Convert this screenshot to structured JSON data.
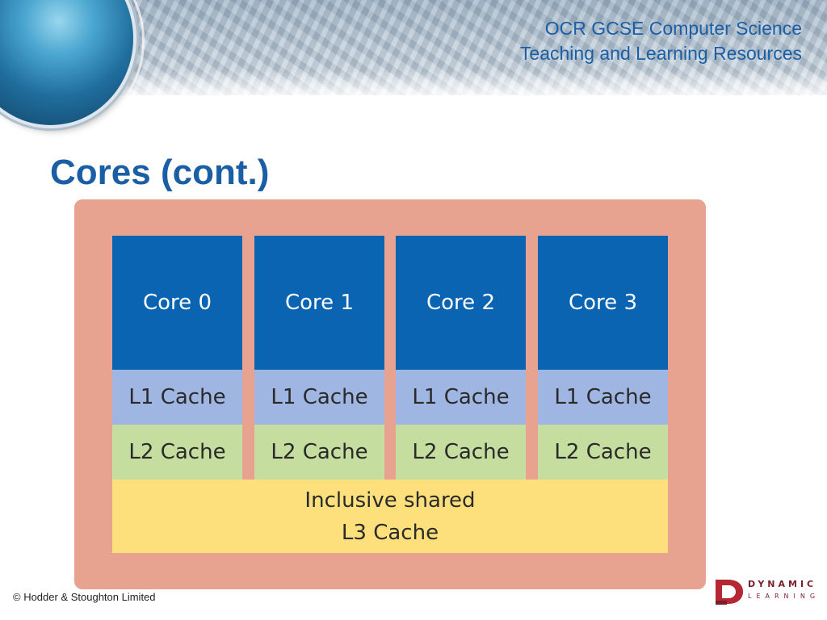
{
  "header": {
    "title_line1": "OCR GCSE Computer Science",
    "title_line2": "Teaching and Learning Resources"
  },
  "slide": {
    "title": "Cores (cont.)"
  },
  "diagram": {
    "cores": [
      {
        "core_label": "Core 0",
        "l1_label": "L1 Cache",
        "l2_label": "L2 Cache"
      },
      {
        "core_label": "Core 1",
        "l1_label": "L1 Cache",
        "l2_label": "L2 Cache"
      },
      {
        "core_label": "Core 2",
        "l1_label": "L1 Cache",
        "l2_label": "L2 Cache"
      },
      {
        "core_label": "Core 3",
        "l1_label": "L1 Cache",
        "l2_label": "L2 Cache"
      }
    ],
    "l3_line1": "Inclusive shared",
    "l3_line2": "L3 Cache",
    "colors": {
      "frame": "#e8a390",
      "core": "#0a64b2",
      "l1": "#9fb5e2",
      "l2": "#c5dea0",
      "l3": "#fde07c"
    }
  },
  "footer": {
    "copyright": "© Hodder & Stoughton Limited",
    "logo_word1": "DYNAMIC",
    "logo_word2": "LEARNING"
  }
}
